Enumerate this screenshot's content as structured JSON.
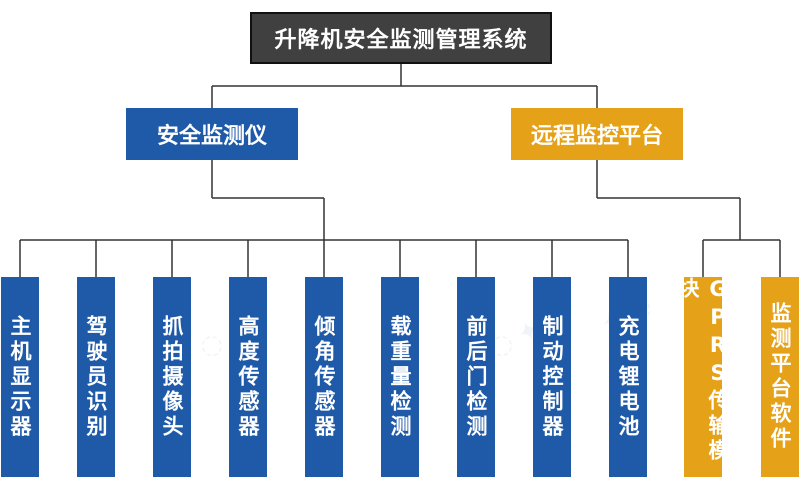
{
  "root": {
    "label": "升降机安全监测管理系统"
  },
  "level1": [
    {
      "label": "安全监测仪"
    },
    {
      "label": "远程监控平台"
    }
  ],
  "safety_children": [
    {
      "label": "主机显示器"
    },
    {
      "label": "驾驶员识别"
    },
    {
      "label": "抓拍摄像头"
    },
    {
      "label": "高度传感器"
    },
    {
      "label": "倾角传感器"
    },
    {
      "label": "载重量检测"
    },
    {
      "label": "前后门检测"
    },
    {
      "label": "制动控制器"
    },
    {
      "label": "充电锂电池"
    }
  ],
  "remote_children": [
    {
      "label": "GPRS传输模块"
    },
    {
      "label": "监测平台软件"
    }
  ],
  "colors": {
    "root": "#404040",
    "safety": "#1f5aa8",
    "remote": "#e5a117",
    "connector": "#333333"
  }
}
